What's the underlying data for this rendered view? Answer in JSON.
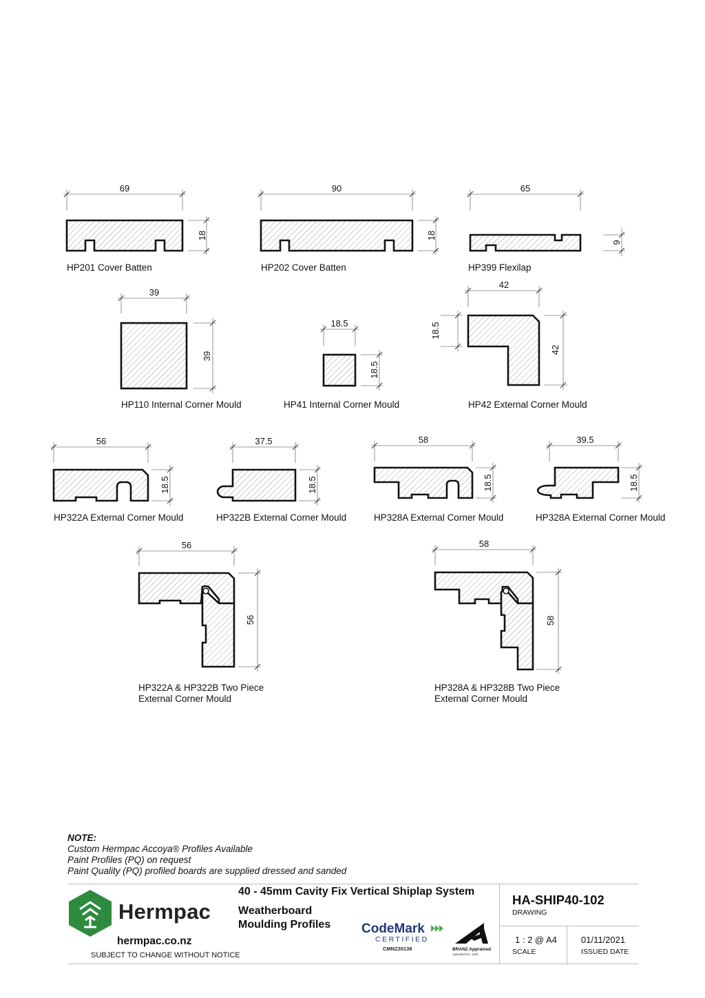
{
  "dimensions": {
    "hp201_w": "69",
    "hp201_h": "18",
    "hp202_w": "90",
    "hp202_h": "18",
    "hp399_w": "65",
    "hp399_h": "9",
    "hp110_w": "39",
    "hp110_h": "39",
    "hp41_w": "18.5",
    "hp41_h": "18.5",
    "hp42_w": "42",
    "hp42_h": "42",
    "hp42_leg": "18.5",
    "hp322a_w": "56",
    "hp322a_h": "18.5",
    "hp322b_w": "37.5",
    "hp322b_h": "18.5",
    "hp328a_w": "58",
    "hp328a_h": "18.5",
    "hp328b_w": "39.5",
    "hp328b_h": "18.5",
    "two322_w": "56",
    "two322_h": "56",
    "two328_w": "58",
    "two328_h": "58"
  },
  "labels": {
    "hp201": "HP201 Cover Batten",
    "hp202": "HP202 Cover Batten",
    "hp399": "HP399 Flexilap",
    "hp110": "HP110 Internal Corner Mould",
    "hp41": "HP41 Internal Corner Mould",
    "hp42": "HP42 External Corner Mould",
    "hp322a": "HP322A External Corner Mould",
    "hp322b": "HP322B External Corner Mould",
    "hp328a": "HP328A External Corner Mould",
    "hp328b": "HP328A External Corner Mould",
    "two322_l1": "HP322A & HP322B Two Piece",
    "two322_l2": "External Corner Mould",
    "two328_l1": "HP328A & HP328B Two Piece",
    "two328_l2": "External Corner Mould"
  },
  "note": {
    "heading": "NOTE:",
    "lines": [
      "Custom Hermpac Accoya® Profiles Available",
      "Paint Profiles (PQ) on request",
      "Paint Quality (PQ) profiled boards are supplied dressed and sanded"
    ]
  },
  "titleblock": {
    "brand": "Hermpac",
    "website": "hermpac.co.nz",
    "disclaimer": "SUBJECT TO CHANGE WITHOUT NOTICE",
    "system_title": "40 - 45mm Cavity Fix Vertical Shiplap System",
    "sheet_title": "Weatherboard Moulding Profiles",
    "drawing_number": "HA-SHIP40-102",
    "drawing_label": "DRAWING",
    "scale": "1 : 2 @ A4",
    "scale_label": "SCALE",
    "issued_date": "01/11/2021",
    "issued_label": "ISSUED DATE",
    "codemark_name": "CodeMark",
    "codemark_sub": "CERTIFIED",
    "codemark_no": "CMNZ30138",
    "branz_text": "BRANZ Appraised",
    "branz_no": "Appraisal No. 1181"
  },
  "colors": {
    "logo_green": "#2e8b3e",
    "codemark_blue": "#1d3a78",
    "codemark_green": "#4caf50"
  }
}
